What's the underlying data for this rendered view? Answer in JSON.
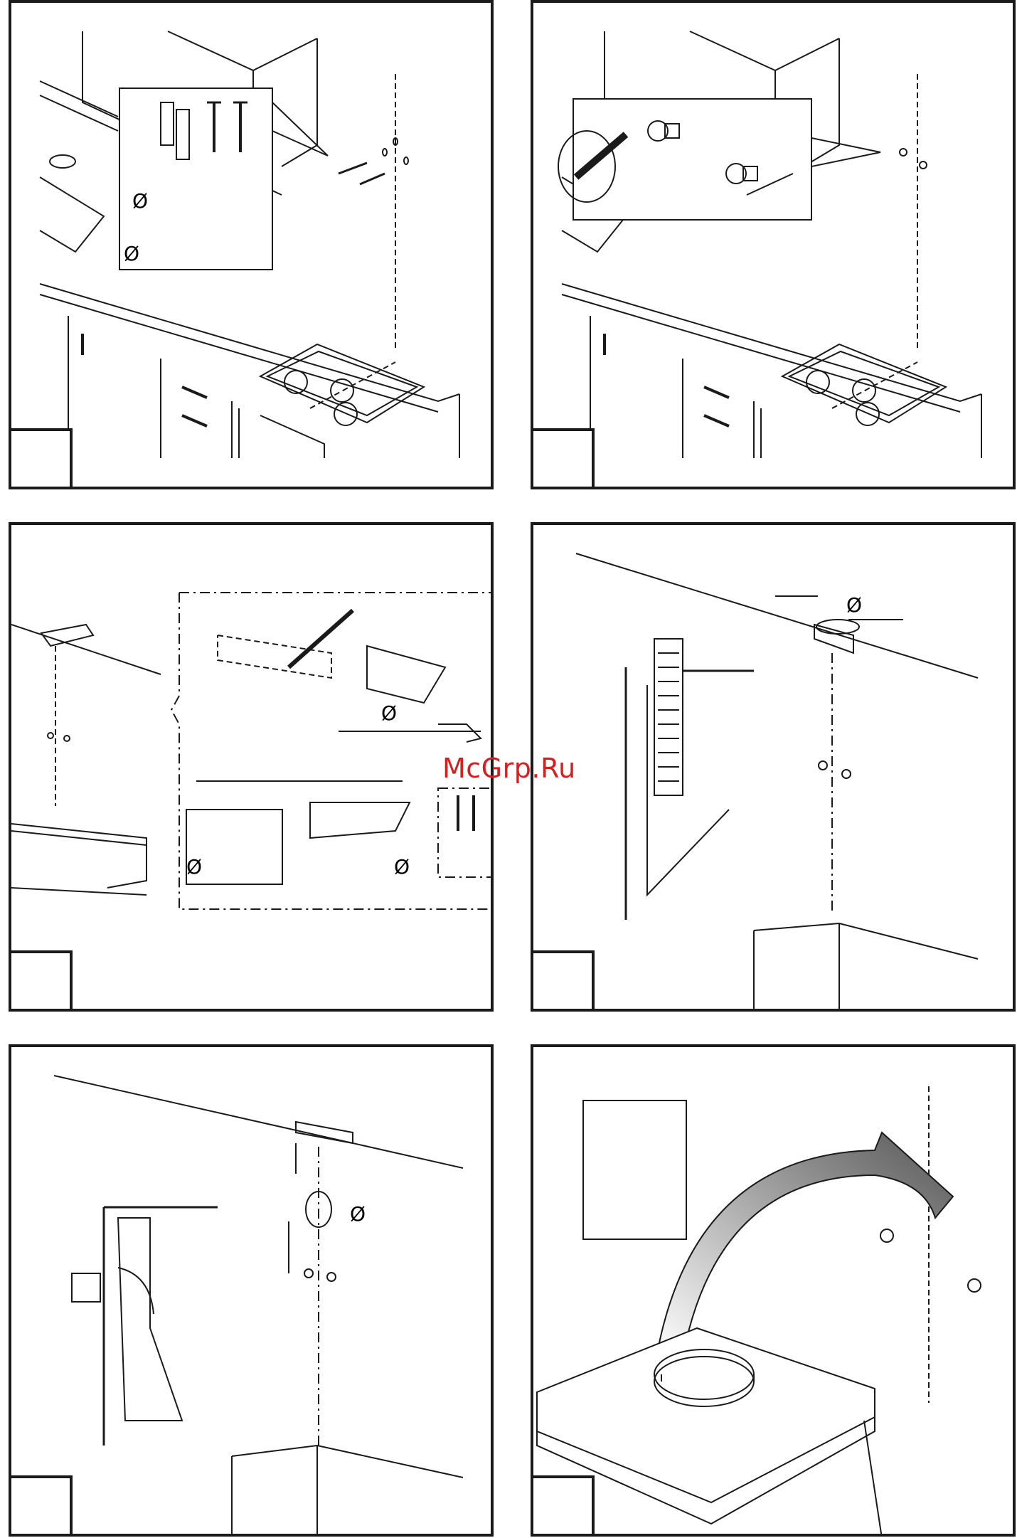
{
  "watermark": "McGrp.Ru",
  "panels": [
    {
      "id": "p1",
      "symbols": [
        "Ø",
        "Ø"
      ]
    },
    {
      "id": "p2",
      "symbols": []
    },
    {
      "id": "p3",
      "symbols": [
        "Ø",
        "Ø",
        "Ø"
      ]
    },
    {
      "id": "p4",
      "symbols": [
        "Ø"
      ]
    },
    {
      "id": "p5",
      "symbols": [
        "Ø"
      ]
    },
    {
      "id": "p6",
      "symbols": []
    }
  ]
}
